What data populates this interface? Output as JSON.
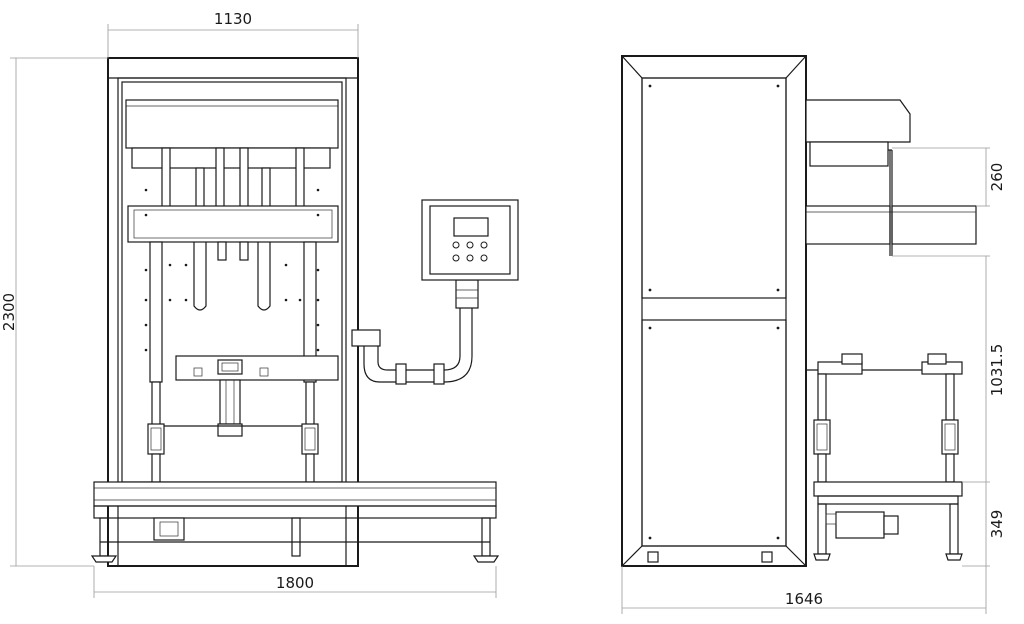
{
  "dimensions": {
    "front_top_width": "1130",
    "front_height": "2300",
    "front_base_width": "1800",
    "side_upper_gap": "260",
    "side_mid_height": "1031.5",
    "side_base_height": "349",
    "side_width": "1646"
  },
  "colors": {
    "line": "#1a1a1a",
    "dimension_line": "#9a9a9a",
    "panel_fill": "#e9e9e9"
  }
}
